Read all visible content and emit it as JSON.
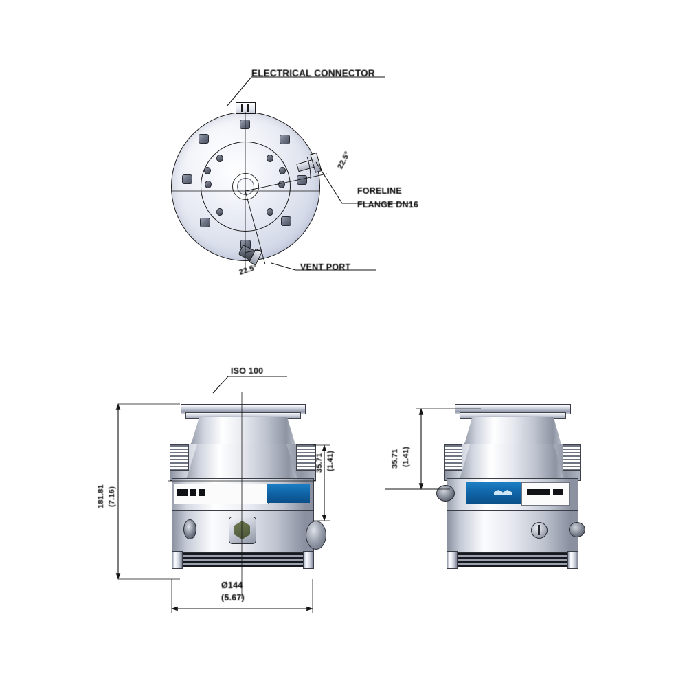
{
  "document": {
    "type": "technical-dimensional-drawing",
    "subject": "Turbomolecular vacuum pump",
    "background_color": "#ffffff",
    "line_color": "#151515"
  },
  "views": {
    "top": {
      "name": "top-view",
      "caption": ""
    },
    "front": {
      "name": "front-elevation-view",
      "caption": ""
    },
    "side": {
      "name": "side-elevation-view",
      "caption": ""
    }
  },
  "callouts": {
    "electrical_connector": "ELECTRICAL CONNECTOR",
    "foreline_flange_line1": "FORELINE",
    "foreline_flange_line2": "FLANGE DN16",
    "vent_port": "VENT PORT",
    "inlet_flange": "ISO 100"
  },
  "dimensions": {
    "angle_right": "22.5°",
    "angle_bottom": "22.5°",
    "height_mm": "181.81",
    "height_in": "(7.16)",
    "diameter_mm": "Ø144",
    "diameter_in": "(5.67)",
    "front_offset_mm": "35.71",
    "front_offset_in": "(1.41)",
    "side_offset_mm": "35.71",
    "side_offset_in": "(1.41)"
  },
  "pump_labels": {
    "front_brand_text": "▪▬ ▪▪",
    "side_logo_text": "▬▬",
    "side_model_text": "▬▬▬ ▪▪"
  },
  "colors": {
    "accent_blue": "#0f63a5",
    "metal_light": "#eceef4",
    "metal_dark": "#8b91a0",
    "outline": "#151515"
  }
}
